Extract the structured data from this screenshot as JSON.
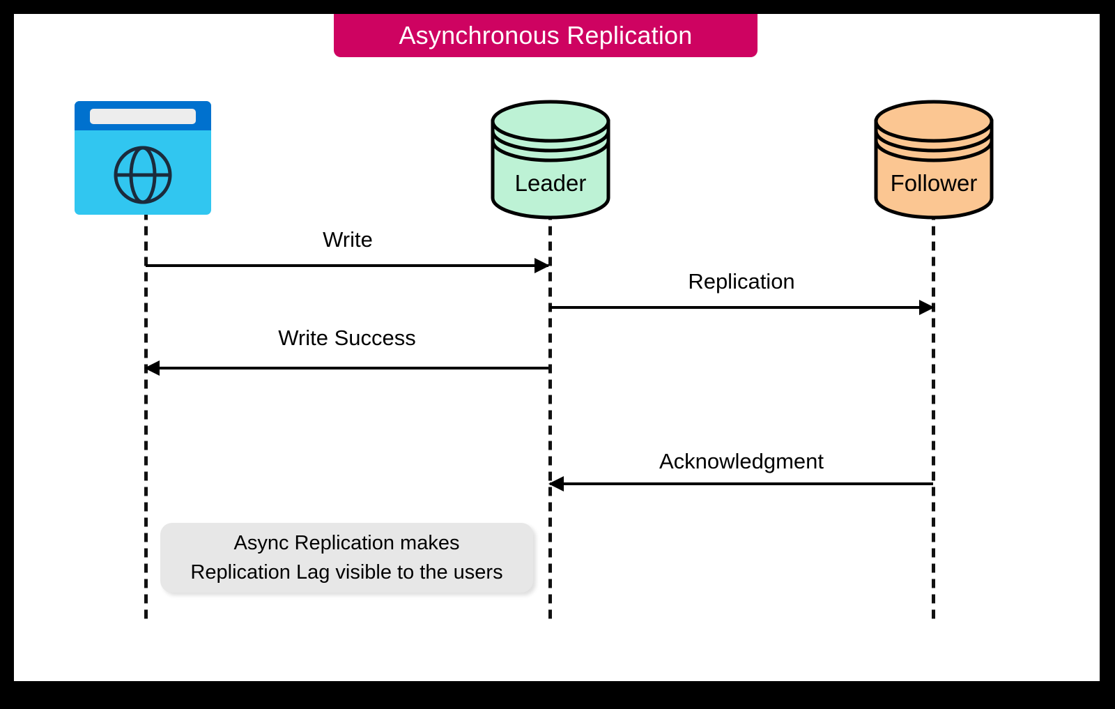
{
  "diagram": {
    "title": "Asynchronous Replication",
    "title_bg_color": "#CE0361",
    "title_text_color": "#ffffff",
    "frame_border_color": "#000000",
    "canvas_color": "#ffffff"
  },
  "participants": [
    {
      "id": "client",
      "icon": "browser-window-globe-icon",
      "label": "",
      "colors": {
        "titlebar": "#0071CE",
        "body": "#31C6F0",
        "addressbar": "#EDEDED",
        "globe": "#1B2B3C"
      }
    },
    {
      "id": "leader",
      "icon": "database-cylinder-icon",
      "label": "Leader",
      "colors": {
        "fill": "#BDF2D5",
        "stroke": "#000000"
      }
    },
    {
      "id": "follower",
      "icon": "database-cylinder-icon",
      "label": "Follower",
      "colors": {
        "fill": "#FBC692",
        "stroke": "#000000"
      }
    }
  ],
  "messages": [
    {
      "label": "Write",
      "from": "client",
      "to": "leader",
      "direction": "right"
    },
    {
      "label": "Replication",
      "from": "leader",
      "to": "follower",
      "direction": "right"
    },
    {
      "label": "Write Success",
      "from": "leader",
      "to": "client",
      "direction": "left"
    },
    {
      "label": "Acknowledgment",
      "from": "follower",
      "to": "leader",
      "direction": "left"
    }
  ],
  "note": {
    "lines": [
      "Async Replication makes",
      "Replication Lag visible to the users"
    ],
    "bg_color": "#E7E7E7"
  }
}
